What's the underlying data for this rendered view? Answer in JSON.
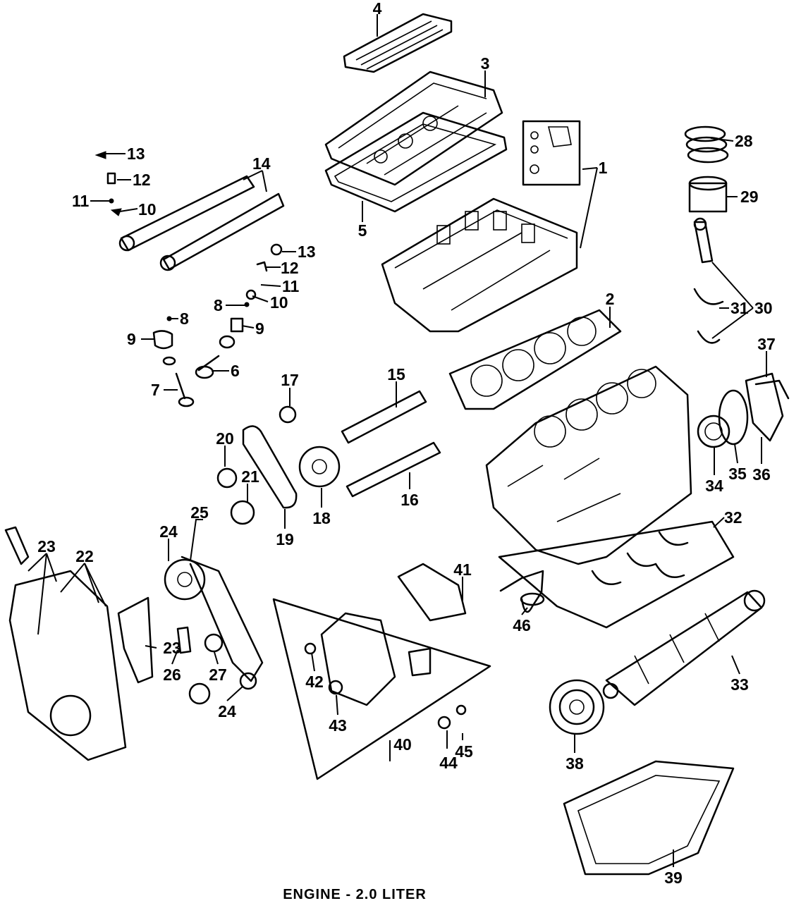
{
  "caption": "ENGINE - 2.0 LITER",
  "callouts": [
    {
      "id": "c4a",
      "label": "4"
    },
    {
      "id": "c3",
      "label": "3"
    },
    {
      "id": "c1",
      "label": "1"
    },
    {
      "id": "c28",
      "label": "28"
    },
    {
      "id": "c29",
      "label": "29"
    },
    {
      "id": "c5",
      "label": "5"
    },
    {
      "id": "c13a",
      "label": "13"
    },
    {
      "id": "c12a",
      "label": "12"
    },
    {
      "id": "c11a",
      "label": "11"
    },
    {
      "id": "c10a",
      "label": "10"
    },
    {
      "id": "c14",
      "label": "14"
    },
    {
      "id": "c13b",
      "label": "13"
    },
    {
      "id": "c12b",
      "label": "12"
    },
    {
      "id": "c11b",
      "label": "11"
    },
    {
      "id": "c10b",
      "label": "10"
    },
    {
      "id": "c8a",
      "label": "8"
    },
    {
      "id": "c8b",
      "label": "8"
    },
    {
      "id": "c9a",
      "label": "9"
    },
    {
      "id": "c9b",
      "label": "9"
    },
    {
      "id": "c6",
      "label": "6"
    },
    {
      "id": "c7",
      "label": "7"
    },
    {
      "id": "c2",
      "label": "2"
    },
    {
      "id": "c31",
      "label": "31"
    },
    {
      "id": "c30",
      "label": "30"
    },
    {
      "id": "c37",
      "label": "37"
    },
    {
      "id": "c17",
      "label": "17"
    },
    {
      "id": "c15",
      "label": "15"
    },
    {
      "id": "c20",
      "label": "20"
    },
    {
      "id": "c21",
      "label": "21"
    },
    {
      "id": "c18",
      "label": "18"
    },
    {
      "id": "c16",
      "label": "16"
    },
    {
      "id": "c19",
      "label": "19"
    },
    {
      "id": "c34",
      "label": "34"
    },
    {
      "id": "c35",
      "label": "35"
    },
    {
      "id": "c36",
      "label": "36"
    },
    {
      "id": "c25",
      "label": "25"
    },
    {
      "id": "c24a",
      "label": "24"
    },
    {
      "id": "c23a",
      "label": "23"
    },
    {
      "id": "c22",
      "label": "22"
    },
    {
      "id": "c32",
      "label": "32"
    },
    {
      "id": "c41",
      "label": "41"
    },
    {
      "id": "c23b",
      "label": "23"
    },
    {
      "id": "c26",
      "label": "26"
    },
    {
      "id": "c27",
      "label": "27"
    },
    {
      "id": "c24b",
      "label": "24"
    },
    {
      "id": "c42",
      "label": "42"
    },
    {
      "id": "c43",
      "label": "43"
    },
    {
      "id": "c46",
      "label": "46"
    },
    {
      "id": "c33",
      "label": "33"
    },
    {
      "id": "c40",
      "label": "40"
    },
    {
      "id": "c44",
      "label": "44"
    },
    {
      "id": "c45",
      "label": "45"
    },
    {
      "id": "c38",
      "label": "38"
    },
    {
      "id": "c39",
      "label": "39"
    }
  ]
}
